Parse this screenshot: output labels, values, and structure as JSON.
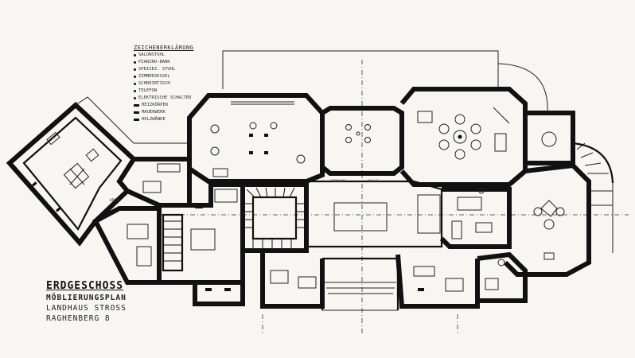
{
  "drawing": {
    "title": "ERDGESCHOSS",
    "subtitle": "MÖBLIERUNGSPLAN",
    "house_name": "LANDHAUS STROSS",
    "address": "RAGHENBERG 8"
  },
  "legend": {
    "title": "ZEICHENERKLÄRUNG",
    "items": [
      "SALONSTUHL",
      "PIANINO-BANK",
      "SPEISEZ. STUHL",
      "ZIMMERSESSEL",
      "SCHREIBTISCH",
      "TELEFON",
      "ELEKTRISCHE SCHALTER",
      "HEIZKÖRPER",
      "MAUERWERK",
      "HOLZWÄNDE"
    ]
  },
  "rooms": {
    "entrance": "EINGANG",
    "hall": "HALLE",
    "kitchen": "KÜCHE"
  },
  "colors": {
    "ink": "#111111",
    "paper": "#f7f6f2"
  }
}
